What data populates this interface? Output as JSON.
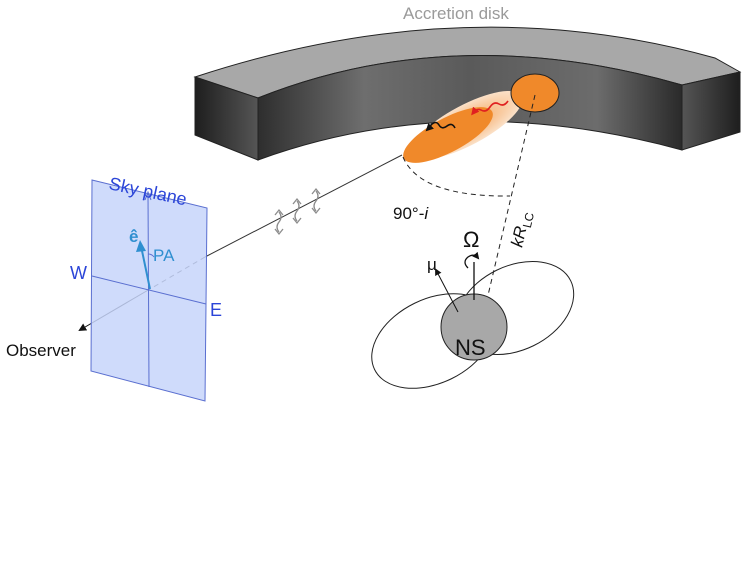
{
  "labels": {
    "disk": "Accretion disk",
    "sky_plane": "Sky plane",
    "e_hat": "ê",
    "pa": "PA",
    "west": "W",
    "east": "E",
    "observer": "Observer",
    "angle": "90°-",
    "angle_i": "i",
    "k": "k",
    "r": "R",
    "lc": "LC",
    "omega": "Ω",
    "mu": "μ",
    "ns": "NS"
  },
  "colors": {
    "disk_top": "#a6a6a6",
    "disk_front": "#4a4a4a",
    "disk_end": "#2e2e2e",
    "hotspot": "#f0892a",
    "hotspot_glow": "#f9c79a",
    "sky_plane_fill": "#c7d5fa",
    "sky_plane_edge": "#5a6fd0",
    "ns_fill": "#a8a8a8",
    "photon_red": "#e02020",
    "ehat_arrow": "#2f8fd0",
    "polarization_arrows": "#8c8c8c"
  }
}
